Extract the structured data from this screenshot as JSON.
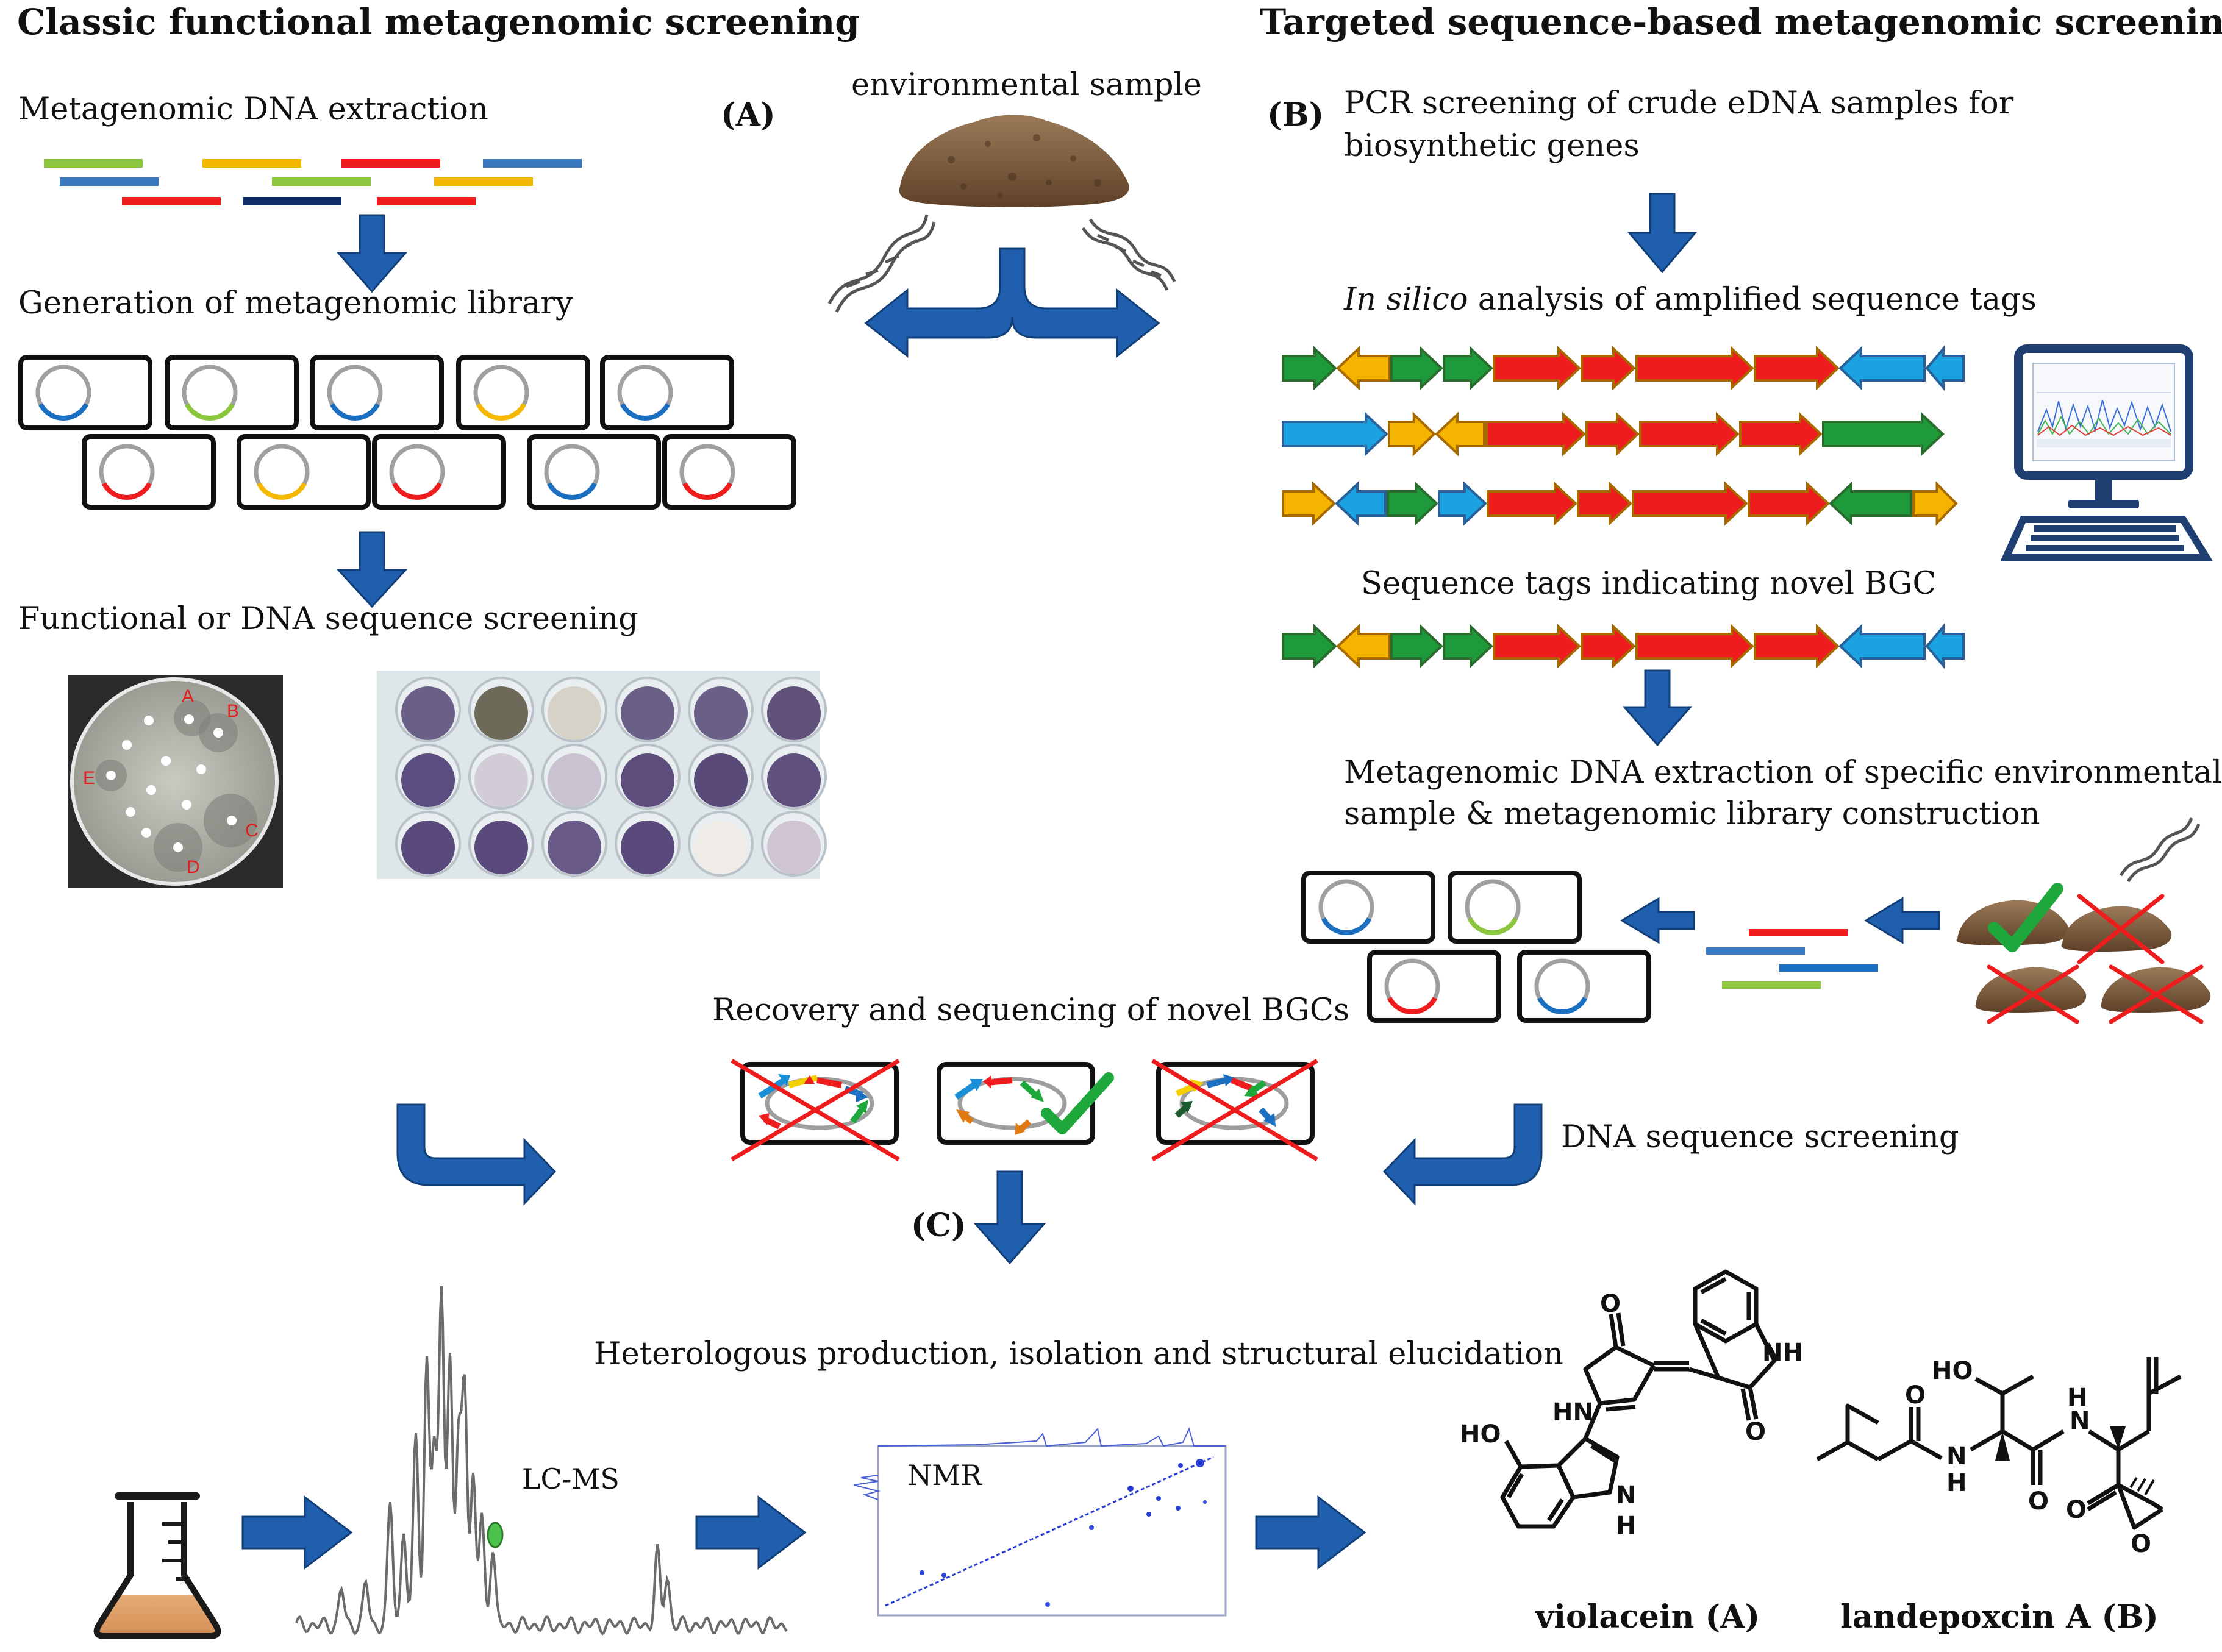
{
  "headings": {
    "left": "Classic functional metagenomic screening",
    "right": "Targeted sequence-based  metagenomic screening"
  },
  "panel_tags": {
    "a": "(A)",
    "b": "(B)",
    "c": "(C)"
  },
  "left": {
    "step1": "Metagenomic DNA extraction",
    "step2": "Generation of metagenomic library",
    "step3": "Functional or DNA sequence screening",
    "plate_letters": [
      "A",
      "B",
      "C",
      "D",
      "E"
    ]
  },
  "center": {
    "sample": "environmental  sample"
  },
  "right": {
    "step1_line1": "PCR screening of crude eDNA samples for",
    "step1_line2": "biosynthetic genes",
    "step2_italic": "In silico",
    "step2_rest": " analysis of amplified  sequence tags",
    "step3": "Sequence tags indicating novel BGC",
    "step4_line1": "Metagenomic DNA extraction of specific environmental",
    "step4_line2": "sample & metagenomic library construction",
    "dna_screen": "DNA sequence screening"
  },
  "recovery": "Recovery and sequencing of novel BGCs",
  "production": "Heterologous production, isolation and structural elucidation",
  "methods": {
    "lcms": "LC-MS",
    "nmr": "NMR"
  },
  "structures": {
    "violacein": "violacein (A)",
    "landepoxcin": "landepoxcin  A (B)",
    "atoms": {
      "nh": "NH",
      "hn": "HN",
      "n": "N",
      "h": "H",
      "ho": "HO",
      "o": "O"
    }
  },
  "colors": {
    "arrow_blue": "#1f5fae",
    "gene_green": "#1e9a3a",
    "gene_orange": "#f5b400",
    "gene_red": "#ee1c1c",
    "gene_blue": "#1aa3e0",
    "soil": "#7a5a3c"
  }
}
